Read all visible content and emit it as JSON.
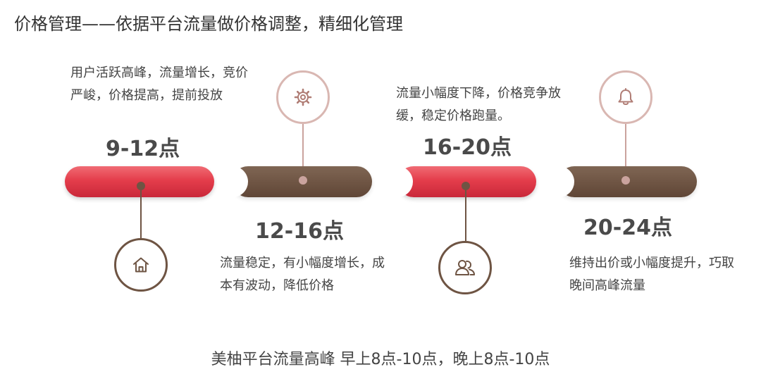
{
  "title": "价格管理——依据平台流量做价格调整，精细化管理",
  "segments": [
    {
      "time": "9-12点",
      "description": "用户活跃高峰，流量增长，竞价严峻，价格提高，提前投放",
      "icon": "home-icon",
      "color": "#e43d4b"
    },
    {
      "time": "12-16点",
      "description": "流量稳定，有小幅度增长，成本有波动，降低价格",
      "icon": "gear-icon",
      "color": "#6e5443"
    },
    {
      "time": "16-20点",
      "description": "流量小幅度下降，价格竞争放缓，稳定价格跑量。",
      "icon": "users-icon",
      "color": "#e43d4b"
    },
    {
      "time": "20-24点",
      "description": "维持出价或小幅度提升，巧取晚间高峰流量",
      "icon": "bell-icon",
      "color": "#6e5443"
    }
  ],
  "footer": "美柚平台流量高峰 早上8点-10点，晚上8点-10点"
}
